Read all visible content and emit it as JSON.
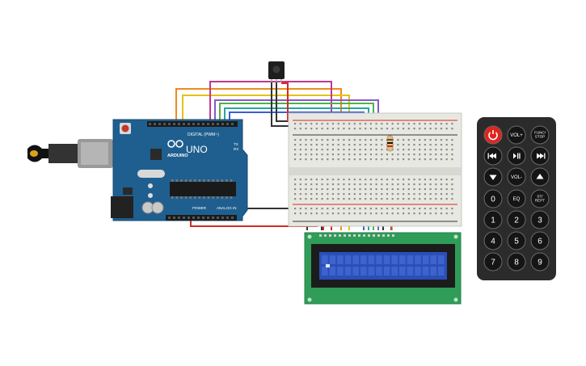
{
  "arduino": {
    "brand": "ARDUINO",
    "model": "UNO",
    "digital_header": "DIGITAL (PWM~)",
    "power_header": "POWER",
    "analog_header": "ANALOG IN",
    "tx_label": "TX",
    "rx_label": "RX"
  },
  "remote": {
    "buttons": [
      {
        "label": "",
        "icon": "power-icon"
      },
      {
        "label": "VOL+"
      },
      {
        "label": "FUNC/\nSTOP"
      },
      {
        "label": "",
        "icon": "prev-icon"
      },
      {
        "label": "",
        "icon": "play-pause-icon"
      },
      {
        "label": "",
        "icon": "next-icon"
      },
      {
        "label": "",
        "icon": "down-icon"
      },
      {
        "label": "VOL-"
      },
      {
        "label": "",
        "icon": "up-icon"
      },
      {
        "label": "0"
      },
      {
        "label": "EQ"
      },
      {
        "label": "ST/\nREPT"
      },
      {
        "label": "1"
      },
      {
        "label": "2"
      },
      {
        "label": "3"
      },
      {
        "label": "4"
      },
      {
        "label": "5"
      },
      {
        "label": "6"
      },
      {
        "label": "7"
      },
      {
        "label": "8"
      },
      {
        "label": "9"
      }
    ]
  },
  "colors": {
    "arduino_board": "#1f5f8f",
    "breadboard": "#e8e8e3",
    "lcd_pcb": "#2f9d57",
    "lcd_screen": "#2a4fb8",
    "remote_body": "#2b2b2b",
    "power_button": "#e0241d",
    "wire_red": "#d52a22",
    "wire_black": "#333333"
  }
}
